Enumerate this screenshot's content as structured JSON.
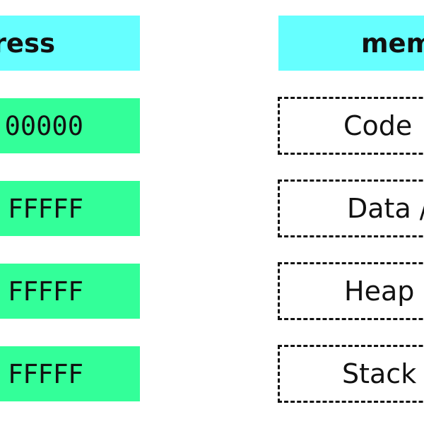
{
  "colors": {
    "header_bg": "#66ffff",
    "address_bg": "#33ff99",
    "segment_border": "#111111",
    "text": "#111111"
  },
  "headers": {
    "address": "ress",
    "memory": "mem"
  },
  "rows": [
    {
      "address": "00000",
      "segment": "Code"
    },
    {
      "address": "FFFFF",
      "segment": "Data /"
    },
    {
      "address": "FFFFF",
      "segment": "Heap"
    },
    {
      "address": "FFFFF",
      "segment": "Stack"
    }
  ]
}
